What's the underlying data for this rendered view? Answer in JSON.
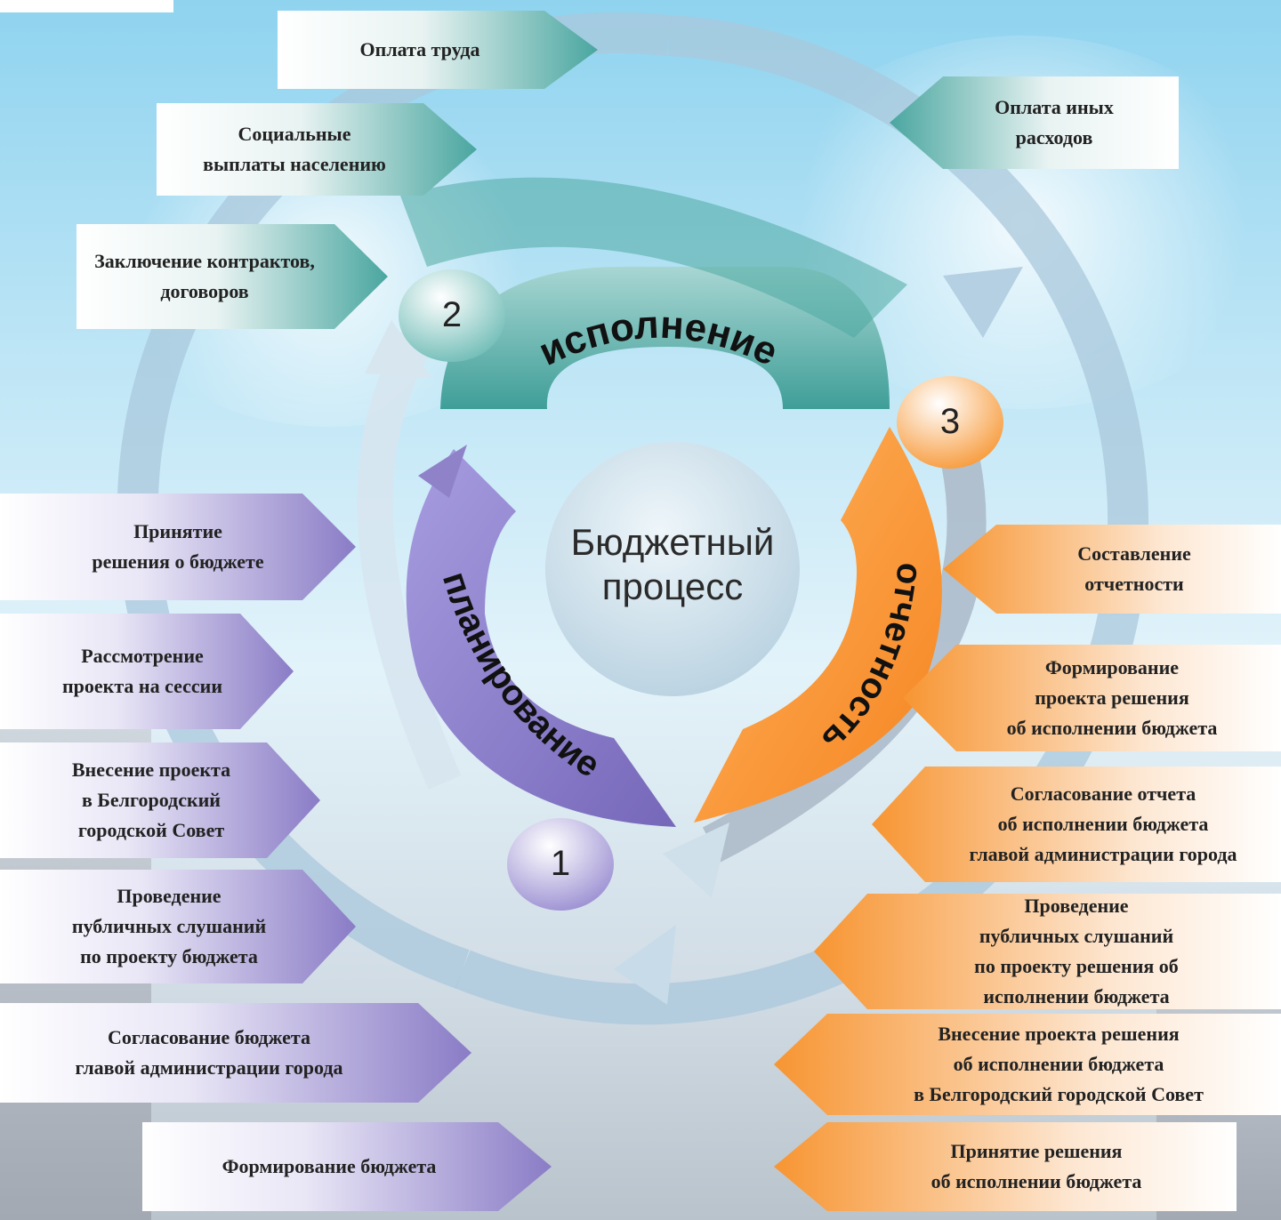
{
  "center": {
    "line1": "Бюджетный",
    "line2": "процесс"
  },
  "stages": {
    "planning": {
      "number": "1",
      "label": "планирование"
    },
    "execution": {
      "number": "2",
      "label": "исполнение"
    },
    "reporting": {
      "number": "3",
      "label": "отчетность"
    }
  },
  "execution_items": [
    "Оплата труда",
    "Социальные\nвыплаты населению",
    "Заключение контрактов,\nдоговоров",
    "Оплата иных\nрасходов"
  ],
  "planning_items": [
    "Принятие\nрешения о бюджете",
    "Рассмотрение\nпроекта на сессии",
    "Внесение проекта\nв Белгородский\nгородской Совет",
    "Проведение\nпубличных слушаний\nпо проекту бюджета",
    "Согласование бюджета\nглавой администрации города",
    "Формирование бюджета"
  ],
  "reporting_items": [
    "Составление\nотчетности",
    "Формирование\nпроекта  решения\nоб исполнении бюджета",
    "Согласование отчета\nоб исполнении бюджета\nглавой администрации города",
    "Проведение\nпубличных  слушаний\nпо проекту  решения об\nисполнении бюджета",
    "Внесение проекта решения\nоб исполнении бюджета\nв Белгородский городской Совет",
    "Принятие решения\nоб исполнении бюджета"
  ],
  "colors": {
    "teal": "#5fb3ad",
    "purple": "#8f82c9",
    "orange": "#f79a3a",
    "ring": "#a9c8dc",
    "center": "#cfe3ee"
  }
}
